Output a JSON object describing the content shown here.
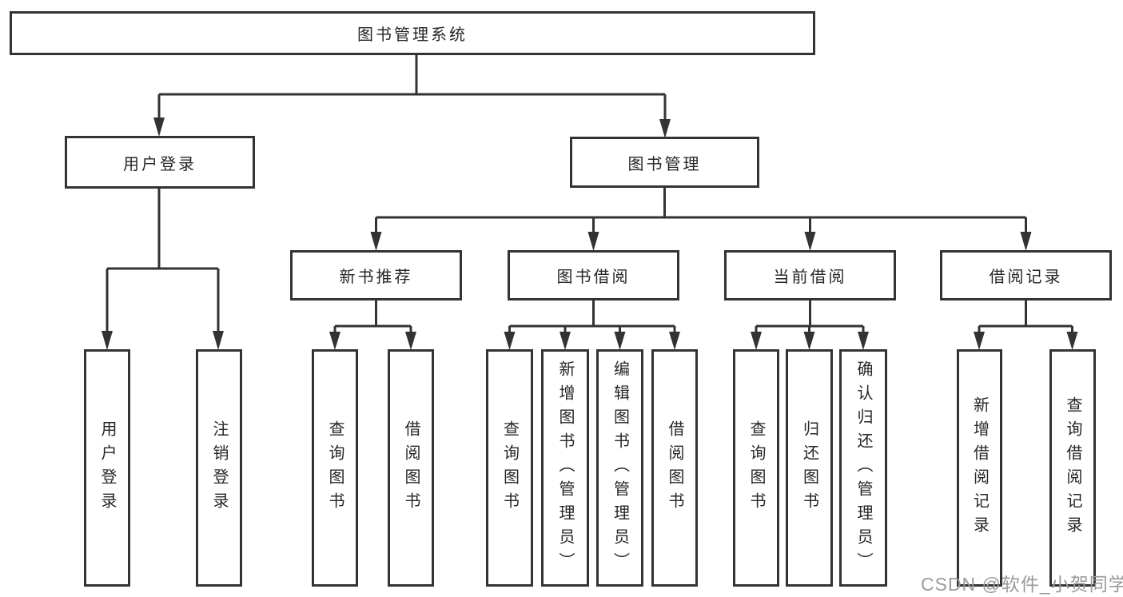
{
  "diagram": {
    "root": {
      "label": "图书管理系统"
    },
    "level2": [
      {
        "label": "用户登录"
      },
      {
        "label": "图书管理"
      }
    ],
    "level3": [
      {
        "label": "新书推荐"
      },
      {
        "label": "图书借阅"
      },
      {
        "label": "当前借阅"
      },
      {
        "label": "借阅记录"
      }
    ],
    "leaves": [
      {
        "label": "用户登录"
      },
      {
        "label": "注销登录"
      },
      {
        "label": "查询图书"
      },
      {
        "label": "借阅图书"
      },
      {
        "label": "查询图书"
      },
      {
        "label": "新增图书（管理员）"
      },
      {
        "label": "编辑图书（管理员）"
      },
      {
        "label": "借阅图书"
      },
      {
        "label": "查询图书"
      },
      {
        "label": "归还图书"
      },
      {
        "label": "确认归还（管理员）"
      },
      {
        "label": "新增借阅记录"
      },
      {
        "label": "查询借阅记录"
      }
    ]
  },
  "watermark": {
    "text": "CSDN @软件_小贺同学"
  },
  "colors": {
    "line": "#333333",
    "text": "#262626",
    "background": "#ffffff",
    "watermark": "#9a9a9a"
  }
}
